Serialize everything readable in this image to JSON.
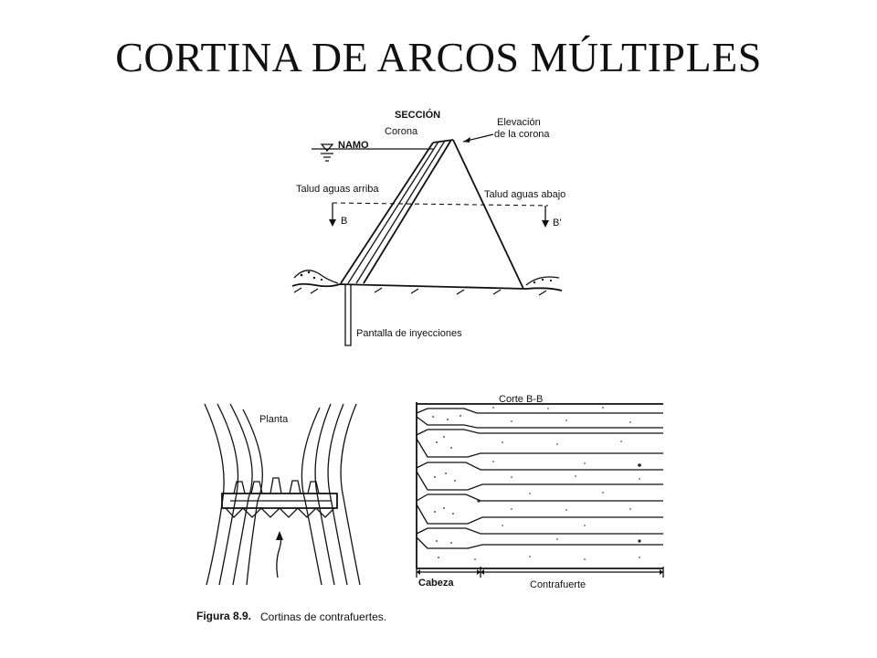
{
  "title": "CORTINA DE ARCOS MÚLTIPLES",
  "section": {
    "heading": "SECCIÓN",
    "corona": "Corona",
    "namo": "NAMO",
    "elevacion_1": "Elevación",
    "elevacion_2": "de la corona",
    "talud_arriba": "Talud aguas arriba",
    "talud_abajo": "Talud aguas abajo",
    "b": "B",
    "b_prime": "B'",
    "pantalla": "Pantalla de inyecciones"
  },
  "planta": {
    "label": "Planta"
  },
  "corte": {
    "label": "Corte B-B",
    "cabeza": "Cabeza",
    "contrafuerte": "Contrafuerte"
  },
  "caption": {
    "figure": "Figura 8.9.",
    "text": "Cortinas de contrafuertes."
  }
}
